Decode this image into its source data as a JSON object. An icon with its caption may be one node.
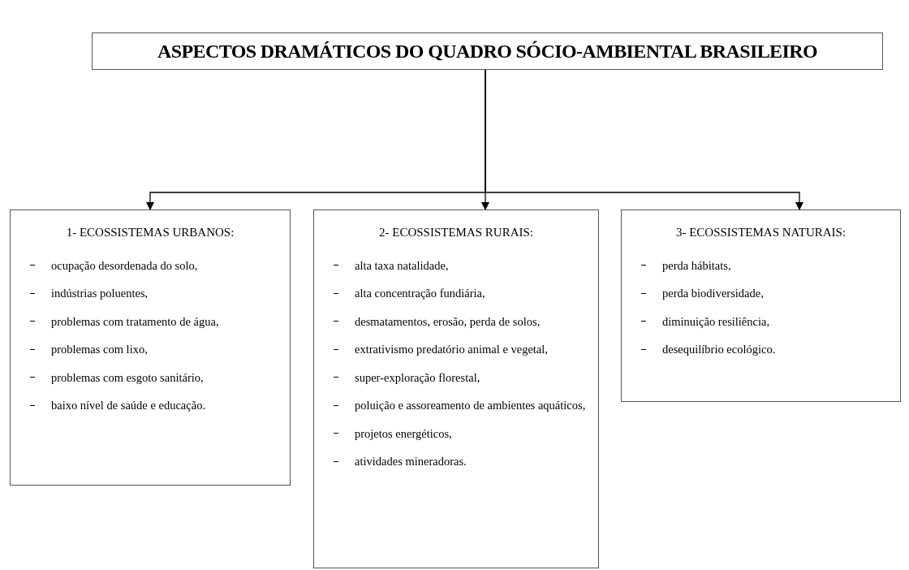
{
  "diagram": {
    "nodes": [
      {
        "text": [
          "ASPECTOS DRAMÁTICOS DO QUADRO SÓCIO-AMBIENTAL BRASILEIRO"
        ]
      },
      {
        "text": [
          "1- ECOSSISTEMAS URBANOS:",
          "ocupação desordenada do solo,",
          "indústrias poluentes,",
          "problemas com tratamento de água,",
          "problemas com lixo,",
          "problemas com esgoto sanitário,",
          "baixo nível de saúde e educação."
        ]
      },
      {
        "text": [
          "2- ECOSSISTEMAS RURAIS:",
          "alta taxa natalidade,",
          "alta concentração fundiária,",
          "desmatamentos, erosão, perda de solos,",
          "extrativismo predatório animal e vegetal,",
          "super-exploração florestal,",
          "poluição e assoreamento de ambientes aquáticos,",
          "projetos energéticos,",
          "atividades mineradoras."
        ]
      },
      {
        "text": [
          "3- ECOSSISTEMAS NATURAIS:",
          "perda hábitats,",
          "perda biodiversidade,",
          "diminuição resiliência,",
          "desequilíbrio ecológico."
        ]
      }
    ],
    "edges": [
      {
        "from": 0,
        "to": 1,
        "arrow": "to"
      },
      {
        "from": 0,
        "to": 2,
        "arrow": "to"
      },
      {
        "from": 0,
        "to": 3,
        "arrow": "to"
      }
    ]
  }
}
